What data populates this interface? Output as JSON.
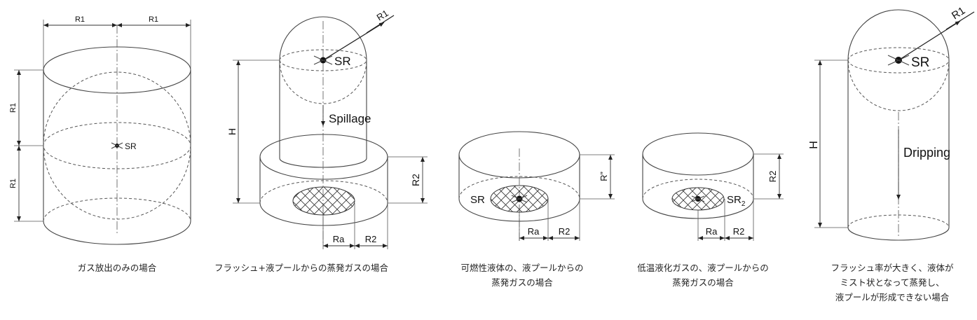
{
  "panels": [
    {
      "labels": {
        "r1_top_left": "R1",
        "r1_top_right": "R1",
        "r1_side_upper": "R1",
        "r1_side_lower": "R1",
        "source": "SR"
      },
      "caption": [
        "ガス放出のみの場合"
      ]
    },
    {
      "labels": {
        "r1": "R1",
        "source": "SR",
        "height": "H",
        "flow": "Spillage",
        "pool_r2": "R2",
        "ra": "Ra",
        "r2_bottom": "R2"
      },
      "caption": [
        "フラッシュ+液プールからの蒸発ガスの場合"
      ]
    },
    {
      "labels": {
        "source": "SR",
        "r_double": "R”",
        "ra": "Ra",
        "r2_bottom": "R2"
      },
      "caption": [
        "可燃性液体の、液プールからの",
        "蒸発ガスの場合"
      ]
    },
    {
      "labels": {
        "source": "SR",
        "source_sub": "2",
        "pool_r2": "R2",
        "ra": "Ra",
        "r2_bottom": "R2"
      },
      "caption": [
        "低温液化ガスの、液プールからの",
        "蒸発ガスの場合"
      ]
    },
    {
      "labels": {
        "r1": "R1",
        "source": "SR",
        "height": "H",
        "flow": "Dripping"
      },
      "caption": [
        "フラッシュ率が大きく、液体が",
        "ミスト状となって蒸発し、",
        "液プールが形成できない場合"
      ]
    }
  ]
}
